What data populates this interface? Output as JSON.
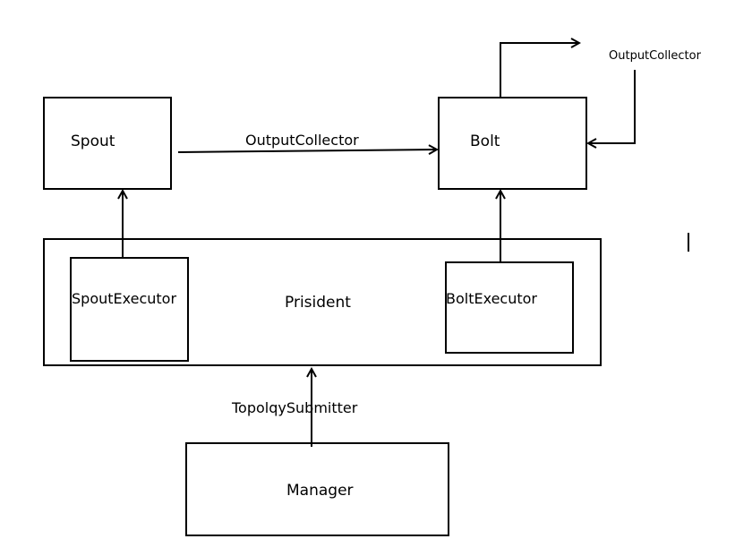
{
  "nodes": {
    "spout": "Spout",
    "bolt": "Bolt",
    "president": "Prisident",
    "spout_executor": "SpoutExecutor",
    "bolt_executor": "BoltExecutor",
    "manager": "Manager"
  },
  "edges": {
    "spout_to_bolt": "OutputCollector",
    "bolt_loop": "OutputCollector",
    "manager_to_president": "TopolqySubmitter"
  },
  "colors": {
    "stroke": "#000000",
    "background": "#ffffff"
  }
}
